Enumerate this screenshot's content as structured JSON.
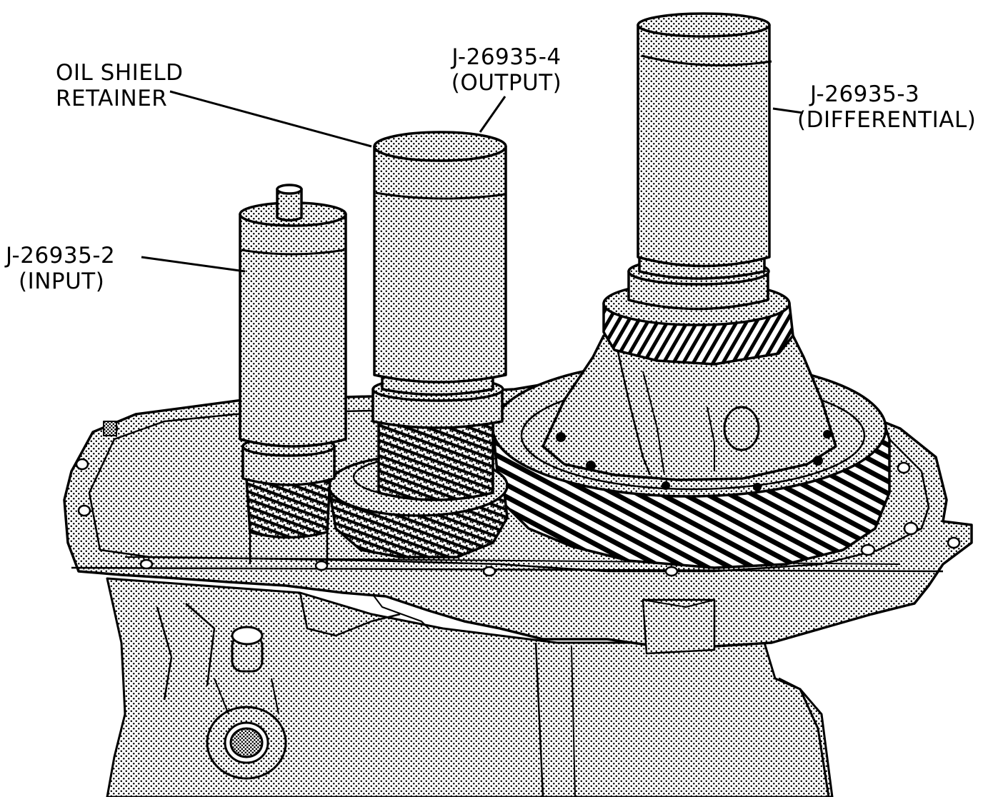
{
  "figure": {
    "callouts": {
      "oil_shield": {
        "line1": "OIL SHIELD",
        "line2": "RETAINER"
      },
      "output": {
        "line1": "J-26935-4",
        "line2": "(OUTPUT)"
      },
      "differential": {
        "line1": "J-26935-3",
        "line2": "(DIFFERENTIAL)"
      },
      "input": {
        "line1": "J-26935-2",
        "line2": "(INPUT)"
      }
    }
  }
}
